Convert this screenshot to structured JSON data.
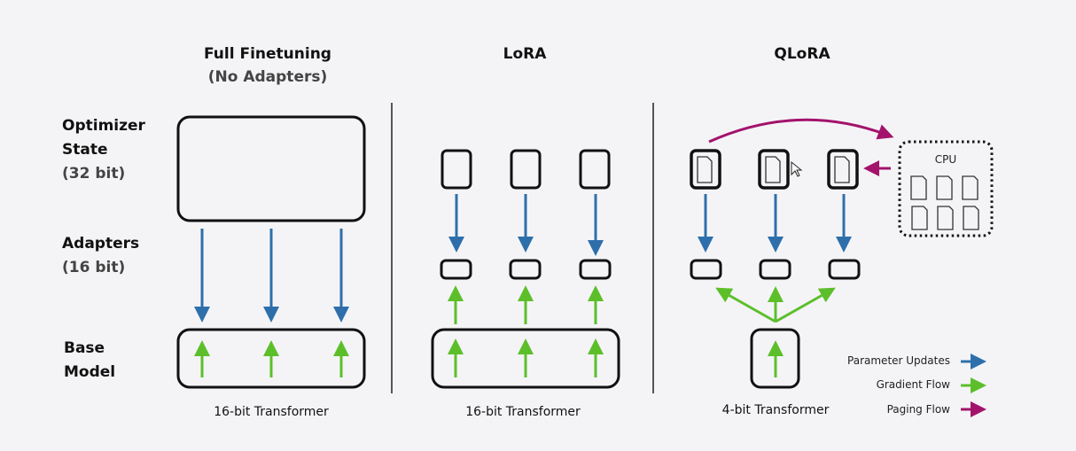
{
  "columns": [
    {
      "title": "Full Finetuning",
      "subtitle": "(No Adapters)",
      "caption": "16-bit Transformer"
    },
    {
      "title": "LoRA",
      "subtitle": "",
      "caption": "16-bit Transformer"
    },
    {
      "title": "QLoRA",
      "subtitle": "",
      "caption": "4-bit Transformer"
    }
  ],
  "row_labels": [
    {
      "line1": "Optimizer",
      "line2": "State",
      "line3": "(32 bit)"
    },
    {
      "line1": "Adapters",
      "line2": "(16 bit)"
    },
    {
      "line1": "Base",
      "line2": "Model"
    }
  ],
  "cpu_label": "CPU",
  "legend": [
    {
      "label": "Parameter Updates",
      "color": "#2e6fab"
    },
    {
      "label": "Gradient Flow",
      "color": "#5cbf2a"
    },
    {
      "label": "Paging Flow",
      "color": "#a3136b"
    }
  ],
  "colors": {
    "background": "#f4f4f7",
    "box_stroke": "#111111",
    "divider": "#555555",
    "parameter_updates": "#2e6fab",
    "gradient_flow": "#5cbf2a",
    "paging_flow": "#a3136b"
  }
}
